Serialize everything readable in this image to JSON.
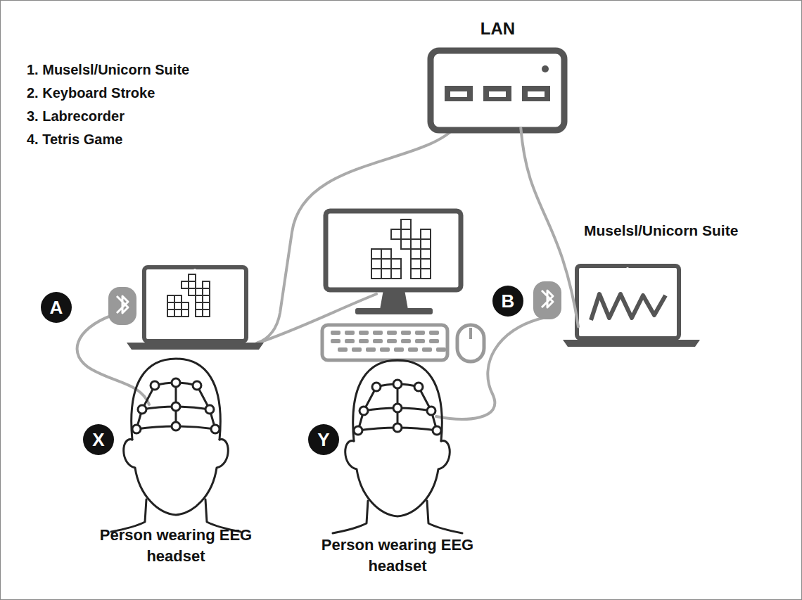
{
  "diagram": {
    "nodes": [
      {
        "text": [
          "LAN"
        ]
      },
      {
        "text": [
          "Muselsl/Unicorn Suite"
        ]
      },
      {
        "text": [
          "A"
        ]
      },
      {
        "text": [
          "B"
        ]
      },
      {
        "text": [
          "X"
        ]
      },
      {
        "text": [
          "Y"
        ]
      },
      {
        "text": [
          "Person wearing EEG headset"
        ]
      },
      {
        "text": [
          "Person wearing EEG headset"
        ]
      }
    ],
    "edges": [
      {
        "from": 0,
        "to": 1,
        "arrow": "none"
      }
    ],
    "labels": [
      "1. Muselsl/Unicorn Suite",
      "2. Keyboard Stroke",
      "3. Labrecorder",
      "4. Tetris Game"
    ]
  }
}
